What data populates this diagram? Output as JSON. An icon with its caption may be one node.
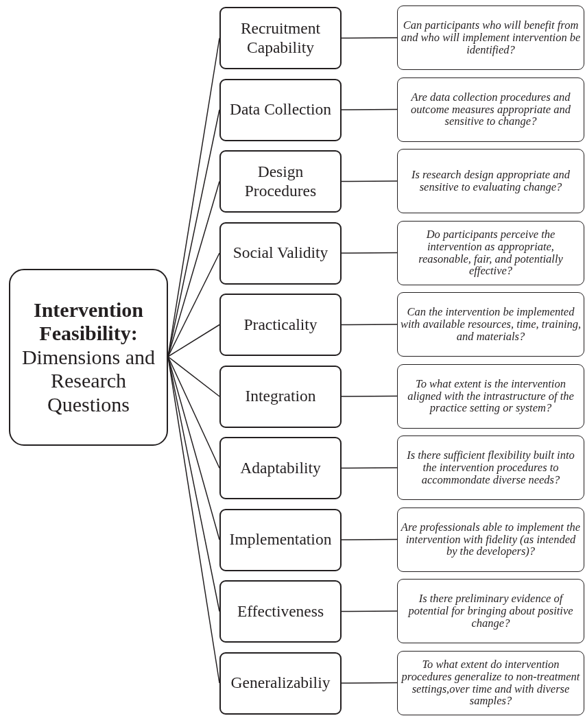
{
  "diagram": {
    "nodes": [
      {
        "text": [
          "**Intervention Feasibility:** Dimensions and Research Questions"
        ]
      },
      {
        "text": [
          "Recruitment Capability"
        ]
      },
      {
        "text": [
          "Data Collection"
        ]
      },
      {
        "text": [
          "Design Procedures"
        ]
      },
      {
        "text": [
          "Social Validity"
        ]
      },
      {
        "text": [
          "Practicality"
        ]
      },
      {
        "text": [
          "Integration"
        ]
      },
      {
        "text": [
          "Adaptability"
        ]
      },
      {
        "text": [
          "Implementation"
        ]
      },
      {
        "text": [
          "Effectiveness"
        ]
      },
      {
        "text": [
          "Generalizabiliy"
        ]
      },
      {
        "text": [
          "Can participants who will benefit from and who will implement intervention be identified?"
        ]
      },
      {
        "text": [
          "Are data collection procedures and outcome measures appropriate and sensitive to change?"
        ]
      },
      {
        "text": [
          "Is research design appropriate and sensitive to evaluating change?"
        ]
      },
      {
        "text": [
          "Do participants perceive the intervention as appropriate, reasonable, fair, and potentially effective?"
        ]
      },
      {
        "text": [
          "Can the intervention be implemented with available resources, time, training, and materials?"
        ]
      },
      {
        "text": [
          "To what extent is the intervention aligned with the intrastructure of the practice setting or system?"
        ]
      },
      {
        "text": [
          "Is there sufficient flexibility built into the intervention procedures to accommondate diverse needs?"
        ]
      },
      {
        "text": [
          "Are professionals able to implement the intervention with fidelity (as intended by the developers)?"
        ]
      },
      {
        "text": [
          "Is there preliminary evidence of potential for bringing about positive change?"
        ]
      },
      {
        "text": [
          "To what extent do intervention procedures generalize to non-treatment settings,over time and with diverse samples?"
        ]
      }
    ],
    "edges": [
      {
        "from": 0,
        "to": 1,
        "arrow": "none"
      },
      {
        "from": 0,
        "to": 2,
        "arrow": "none"
      },
      {
        "from": 0,
        "to": 3,
        "arrow": "none"
      },
      {
        "from": 0,
        "to": 4,
        "arrow": "none"
      },
      {
        "from": 0,
        "to": 5,
        "arrow": "none"
      },
      {
        "from": 0,
        "to": 6,
        "arrow": "none"
      },
      {
        "from": 0,
        "to": 7,
        "arrow": "none"
      },
      {
        "from": 0,
        "to": 8,
        "arrow": "none"
      },
      {
        "from": 0,
        "to": 9,
        "arrow": "none"
      },
      {
        "from": 0,
        "to": 10,
        "arrow": "none"
      },
      {
        "from": 1,
        "to": 11,
        "arrow": "none"
      },
      {
        "from": 2,
        "to": 12,
        "arrow": "none"
      },
      {
        "from": 3,
        "to": 13,
        "arrow": "none"
      },
      {
        "from": 4,
        "to": 14,
        "arrow": "none"
      },
      {
        "from": 5,
        "to": 15,
        "arrow": "none"
      },
      {
        "from": 6,
        "to": 16,
        "arrow": "none"
      },
      {
        "from": 7,
        "to": 17,
        "arrow": "none"
      },
      {
        "from": 8,
        "to": 18,
        "arrow": "none"
      },
      {
        "from": 9,
        "to": 19,
        "arrow": "none"
      },
      {
        "from": 10,
        "to": 20,
        "arrow": "none"
      }
    ]
  }
}
